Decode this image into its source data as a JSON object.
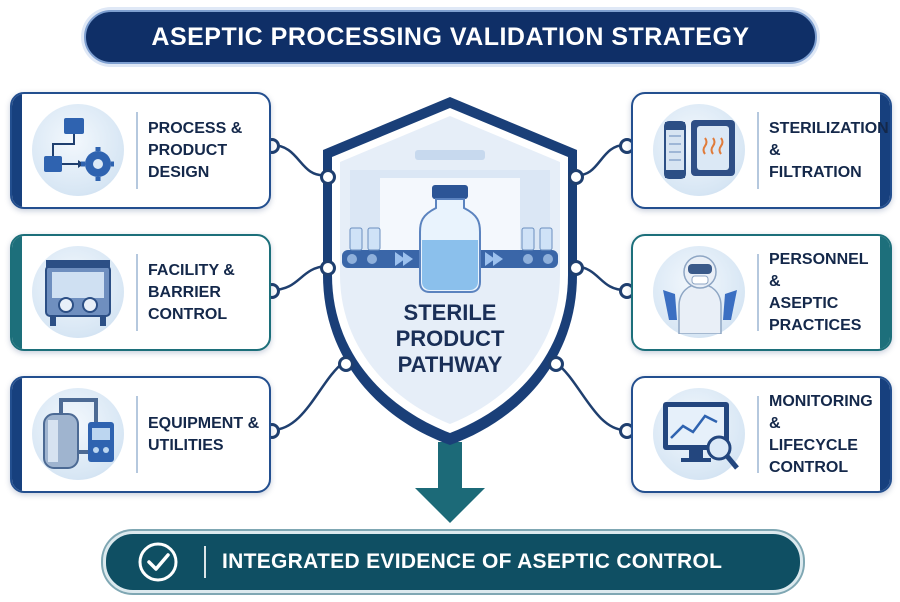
{
  "title": "ASEPTIC PROCESSING VALIDATION STRATEGY",
  "left_cards": [
    {
      "label": "PROCESS &\nPRODUCT\nDESIGN",
      "icon": "process-flow-gear-icon",
      "accent": "#17407e"
    },
    {
      "label": "FACILITY &\nBARRIER\nCONTROL",
      "icon": "isolator-glovebox-icon",
      "accent": "#1d6f7b"
    },
    {
      "label": "EQUIPMENT &\nUTILITIES",
      "icon": "tank-pipes-meter-icon",
      "accent": "#17407e"
    }
  ],
  "right_cards": [
    {
      "label": "STERILIZATION &\nFILTRATION",
      "icon": "filter-autoclave-icon",
      "accent": "#17407e"
    },
    {
      "label": "PERSONNEL &\nASEPTIC\nPRACTICES",
      "icon": "gowned-operator-icon",
      "accent": "#1d6f7b"
    },
    {
      "label": "MONITORING &\nLIFECYCLE\nCONTROL",
      "icon": "monitor-chart-magnifier-icon",
      "accent": "#17407e"
    }
  ],
  "shield": {
    "label": "STERILE\nPRODUCT\nPATHWAY",
    "icon": "vial-conveyor-icon"
  },
  "bottom": {
    "label": "INTEGRATED EVIDENCE OF ASEPTIC CONTROL",
    "icon": "check-circle-icon"
  },
  "colors": {
    "navy": "#0f2f67",
    "teal": "#0f4f63",
    "accent_blue": "#17407e",
    "accent_teal": "#1d6f7b"
  }
}
